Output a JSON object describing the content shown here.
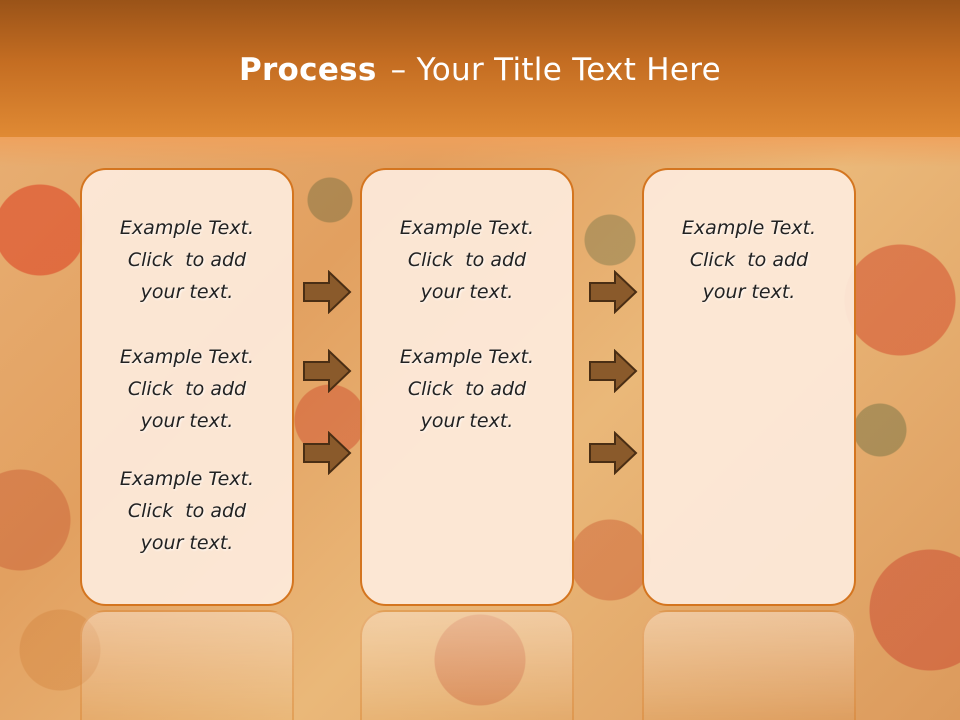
{
  "title": {
    "bold": "Process",
    "rest": "– Your Title Text Here"
  },
  "columns": [
    {
      "items": [
        {
          "line1": "Example Text.",
          "line2": "Click  to add",
          "line3": "your text."
        },
        {
          "line1": "Example Text.",
          "line2": "Click  to add",
          "line3": "your text."
        },
        {
          "line1": "Example Text.",
          "line2": "Click  to add",
          "line3": "your text."
        }
      ]
    },
    {
      "items": [
        {
          "line1": "Example Text.",
          "line2": "Click  to add",
          "line3": "your text."
        },
        {
          "line1": "Example Text.",
          "line2": "Click  to add",
          "line3": "your text."
        }
      ]
    },
    {
      "items": [
        {
          "line1": "Example Text.",
          "line2": "Click  to add",
          "line3": "your text."
        }
      ]
    }
  ],
  "icons": {
    "arrow": "right-arrow-icon"
  },
  "colors": {
    "title_bar": "#c46d22",
    "box_border": "#d4751f",
    "box_fill": "#fdebdc",
    "arrow_fill": "#8a5a2b",
    "arrow_stroke": "#4a2e14"
  }
}
